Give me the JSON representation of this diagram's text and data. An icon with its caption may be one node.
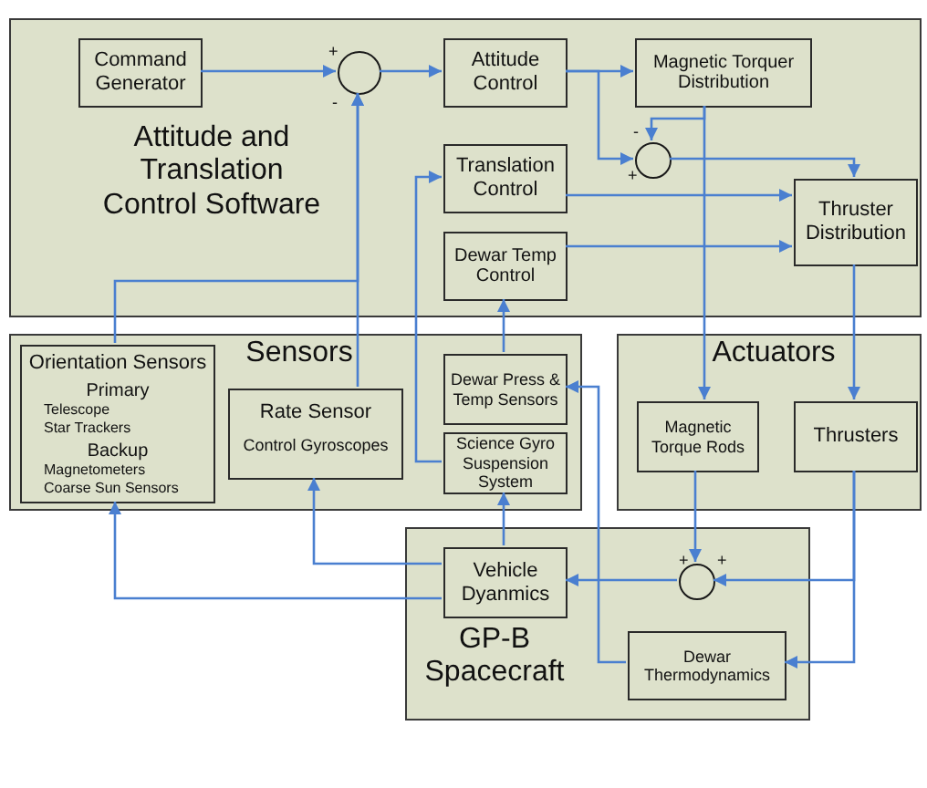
{
  "diagram": {
    "nodes": [
      {
        "text": [
          "Attitude and Translation Control Software"
        ]
      },
      {
        "text": [
          "Command Generator"
        ],
        "in": 0
      },
      {
        "text": [],
        "shape": "circle",
        "in": 0
      },
      {
        "text": [
          "Attitude Control"
        ],
        "in": 0
      },
      {
        "text": [
          "Magnetic Torquer Distribution"
        ],
        "in": 0
      },
      {
        "text": [],
        "shape": "circle",
        "in": 0
      },
      {
        "text": [
          "Translation Control"
        ],
        "in": 0
      },
      {
        "text": [
          "Thruster Distribution"
        ],
        "in": 0
      },
      {
        "text": [
          "Dewar Temp Control"
        ],
        "in": 0
      },
      {
        "text": [
          "Sensors"
        ]
      },
      {
        "text": [
          "Orientation Sensors",
          "Primary",
          "Telescope",
          "Star Trackers",
          "Backup",
          "Magnetometers",
          "Coarse Sun Sensors"
        ],
        "in": 9
      },
      {
        "text": [
          "Rate Sensor",
          "Control Gyroscopes"
        ],
        "in": 9
      },
      {
        "text": [
          "Dewar Press & Temp Sensors"
        ],
        "in": 9
      },
      {
        "text": [
          "Science Gyro Suspension System"
        ],
        "in": 9
      },
      {
        "text": [
          "Actuators"
        ]
      },
      {
        "text": [
          "Magnetic Torque Rods"
        ],
        "in": 14
      },
      {
        "text": [
          "Thrusters"
        ],
        "in": 14
      },
      {
        "text": [
          "GP-B Spacecraft"
        ]
      },
      {
        "text": [
          "Vehicle Dyanmics"
        ],
        "in": 17
      },
      {
        "text": [],
        "shape": "circle",
        "in": 17
      },
      {
        "text": [
          "Dewar Thermodynamics"
        ],
        "in": 17
      }
    ],
    "edges": [
      {
        "from": 1,
        "to": 2,
        "arrow": "to"
      },
      {
        "from": 11,
        "to": 2,
        "arrow": "to"
      },
      {
        "from": 10,
        "to": 2,
        "arrow": "to"
      },
      {
        "from": 2,
        "to": 3,
        "arrow": "to"
      },
      {
        "from": 3,
        "to": 4,
        "arrow": "to"
      },
      {
        "from": 3,
        "to": 5,
        "arrow": "to"
      },
      {
        "from": 4,
        "to": 5,
        "arrow": "to"
      },
      {
        "from": 4,
        "to": 15,
        "arrow": "to"
      },
      {
        "from": 5,
        "to": 7,
        "arrow": "to"
      },
      {
        "from": 6,
        "to": 7,
        "arrow": "to"
      },
      {
        "from": 8,
        "to": 7,
        "arrow": "to"
      },
      {
        "from": 7,
        "to": 16,
        "arrow": "to"
      },
      {
        "from": 12,
        "to": 8,
        "arrow": "to"
      },
      {
        "from": 18,
        "to": 11,
        "arrow": "to"
      },
      {
        "from": 18,
        "to": 10,
        "arrow": "to"
      },
      {
        "from": 18,
        "to": 13,
        "arrow": "to"
      },
      {
        "from": 15,
        "to": 19,
        "arrow": "to"
      },
      {
        "from": 16,
        "to": 19,
        "arrow": "to"
      },
      {
        "from": 16,
        "to": 20,
        "arrow": "to"
      },
      {
        "from": 19,
        "to": 18,
        "arrow": "to"
      },
      {
        "from": 20,
        "to": 12,
        "arrow": "to"
      },
      {
        "from": 13,
        "to": 6,
        "arrow": "to"
      }
    ],
    "labels": [
      "+",
      "-",
      "-",
      "+",
      "+",
      "+"
    ]
  }
}
